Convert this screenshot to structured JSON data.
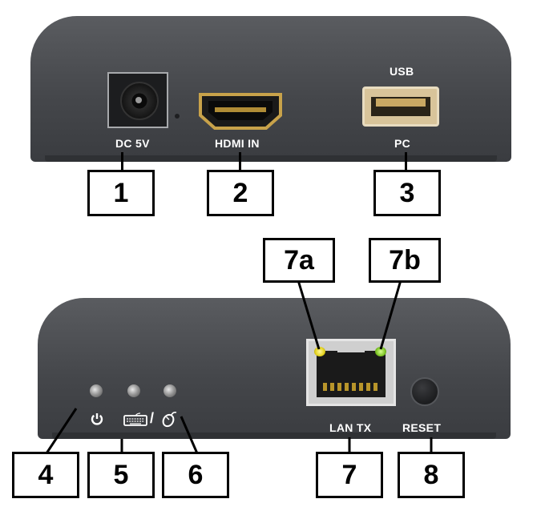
{
  "top_panel": {
    "dc_label": "DC 5V",
    "hdmi_label": "HDMI IN",
    "usb_top_label": "USB",
    "usb_bottom_label": "PC"
  },
  "bottom_panel": {
    "lan_label": "LAN TX",
    "reset_label": "RESET",
    "slash": "/",
    "icons": [
      "power-icon",
      "keyboard-icon",
      "mouse-icon"
    ]
  },
  "callouts": {
    "c1": "1",
    "c2": "2",
    "c3": "3",
    "c4": "4",
    "c5": "5",
    "c6": "6",
    "c7": "7",
    "c7a": "7a",
    "c7b": "7b",
    "c8": "8"
  },
  "colors": {
    "panel": "#4a4c50",
    "led_yellow": "#e3d21c",
    "led_green": "#7dc425",
    "usb": "#d8c49a",
    "hdmi_trim": "#c8a24a"
  }
}
